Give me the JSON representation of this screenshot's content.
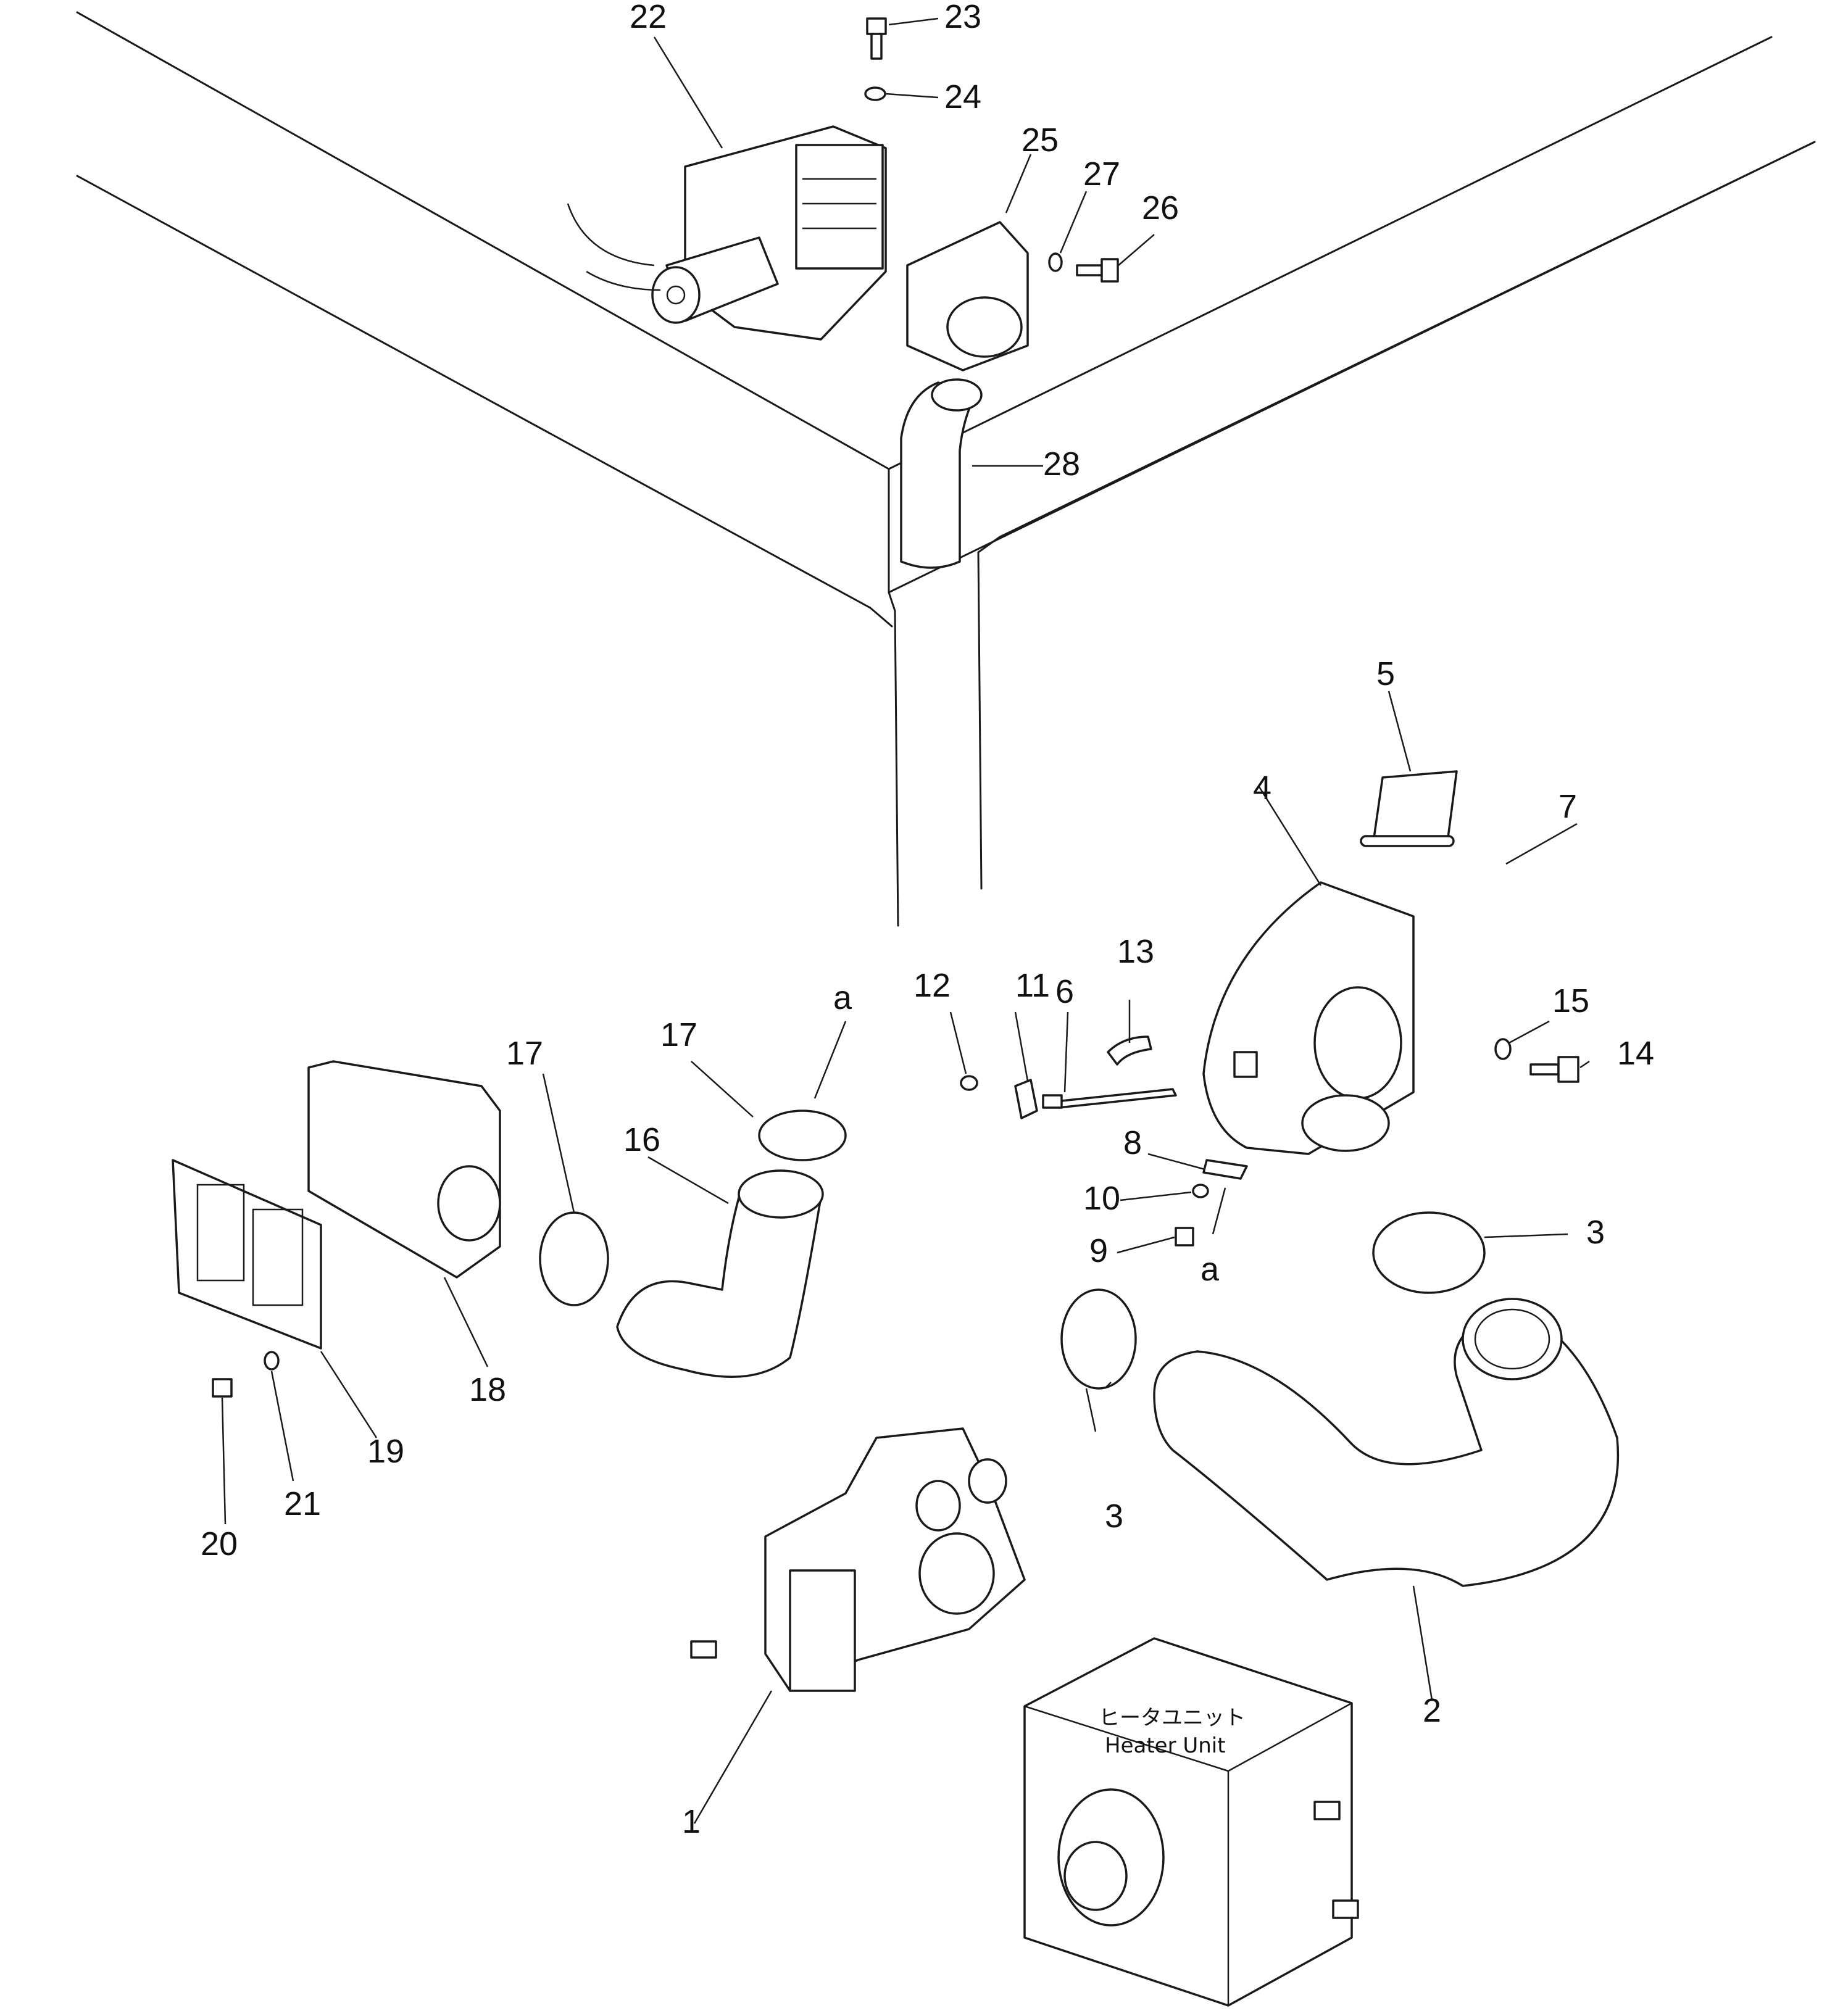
{
  "diagram": {
    "callouts": [
      "1",
      "2",
      "3",
      "3",
      "4",
      "5",
      "6",
      "7",
      "8",
      "9",
      "10",
      "11",
      "12",
      "13",
      "14",
      "15",
      "16",
      "17",
      "17",
      "18",
      "19",
      "20",
      "21",
      "22",
      "23",
      "24",
      "25",
      "26",
      "27",
      "28",
      "a",
      "a"
    ],
    "heater_label_jp": "ヒータユニット",
    "heater_label_en": "Heater Unit"
  },
  "colors": {
    "line": "#1a1a1a",
    "background": "#ffffff"
  }
}
